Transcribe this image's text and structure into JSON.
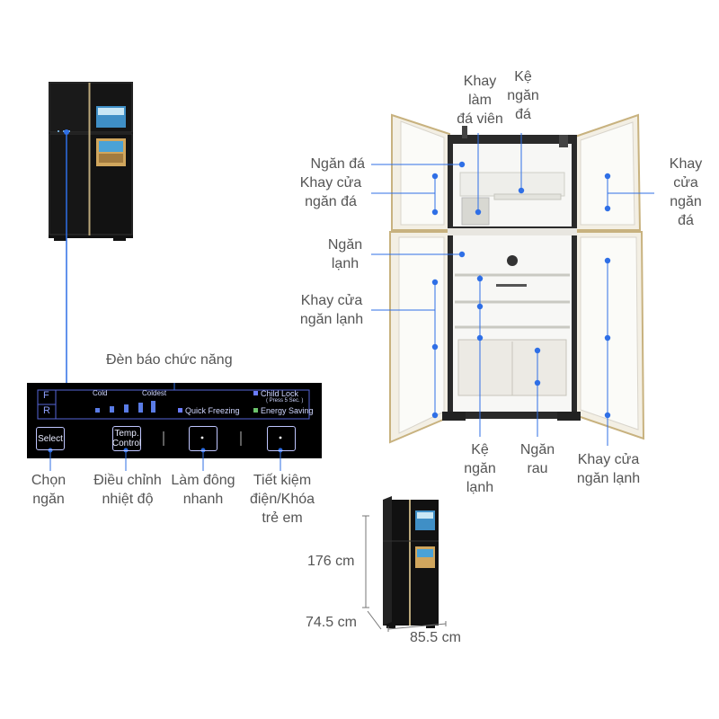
{
  "labels": {
    "khay_lam_da_vien": [
      "Khay",
      "làm",
      "đá viên"
    ],
    "ke_ngan_da": [
      "Kệ",
      "ngăn",
      "đá"
    ],
    "ngan_da": [
      "Ngăn đá"
    ],
    "khay_cua_ngan_da_left": [
      "Khay cửa",
      "ngăn đá"
    ],
    "khay_cua_ngan_da_right": [
      "Khay",
      "cửa",
      "ngăn",
      "đá"
    ],
    "ngan_lanh": [
      "Ngăn",
      "lạnh"
    ],
    "khay_cua_ngan_lanh_left": [
      "Khay cửa",
      "ngăn lạnh"
    ],
    "ke_ngan_lanh": [
      "Kệ",
      "ngăn",
      "lạnh"
    ],
    "ngan_rau": [
      "Ngăn",
      "rau"
    ],
    "khay_cua_ngan_lanh_right": [
      "Khay cửa",
      "ngăn lạnh"
    ],
    "den_bao": "Đèn báo chức năng",
    "chon_ngan": [
      "Chọn",
      "ngăn"
    ],
    "dieu_chinh": [
      "Điều chỉnh",
      "nhiệt độ"
    ],
    "lam_dong": [
      "Làm đông",
      "nhanh"
    ],
    "tiet_kiem": [
      "Tiết kiệm",
      "điện/Khóa",
      "trẻ em"
    ]
  },
  "panel": {
    "f": "F",
    "r": "R",
    "cold": "Cold",
    "coldest": "Coldest",
    "child_lock": "Child Lock",
    "press5": "( Press 5 Sec. )",
    "quick_freezing": "Quick Freezing",
    "energy_saving": "Energy Saving",
    "select": "Select",
    "temp": "Temp.",
    "control": "Control"
  },
  "dimensions": {
    "height": "176 cm",
    "depth": "74.5 cm",
    "width": "85.5 cm"
  },
  "colors": {
    "dot": "#2f6fe6",
    "line": "#2f6fe6",
    "label": "#555555",
    "panel_bg": "#000000"
  }
}
